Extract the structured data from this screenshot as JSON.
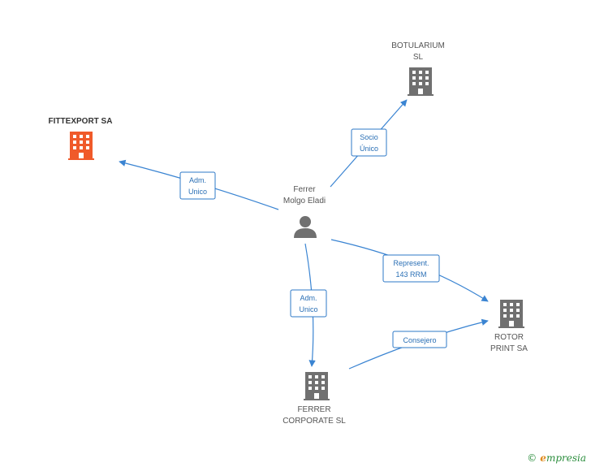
{
  "colors": {
    "edge": "#3a84d2",
    "company": "#707070",
    "highlight_company": "#f05a2a",
    "person": "#707070",
    "brand_green": "#2a8d3c",
    "brand_orange": "#e08a1e"
  },
  "nodes": {
    "person": {
      "line1": "Ferrer",
      "line2": "Molgo Eladi",
      "icon": "person-icon"
    },
    "fittexport": {
      "line1": "FITTEXPORT SA",
      "icon": "building-icon"
    },
    "botularium": {
      "line1": "BOTULARIUM",
      "line2": "SL",
      "icon": "building-icon"
    },
    "rotor": {
      "line1": "ROTOR",
      "line2": "PRINT SA",
      "icon": "building-icon"
    },
    "ferrer_corp": {
      "line1": "FERRER",
      "line2": "CORPORATE SL",
      "icon": "building-icon"
    }
  },
  "edges": {
    "to_fittexport": {
      "line1": "Adm.",
      "line2": "Unico"
    },
    "to_botularium": {
      "line1": "Socio",
      "line2": "Único"
    },
    "to_rotor": {
      "line1": "Represent.",
      "line2": "143 RRM"
    },
    "to_ferrer_corp": {
      "line1": "Adm.",
      "line2": "Unico"
    },
    "corp_to_rotor": {
      "line1": "Consejero"
    }
  },
  "footer": {
    "copyright": "©",
    "brand_initial": "e",
    "brand_rest": "mpresia"
  }
}
